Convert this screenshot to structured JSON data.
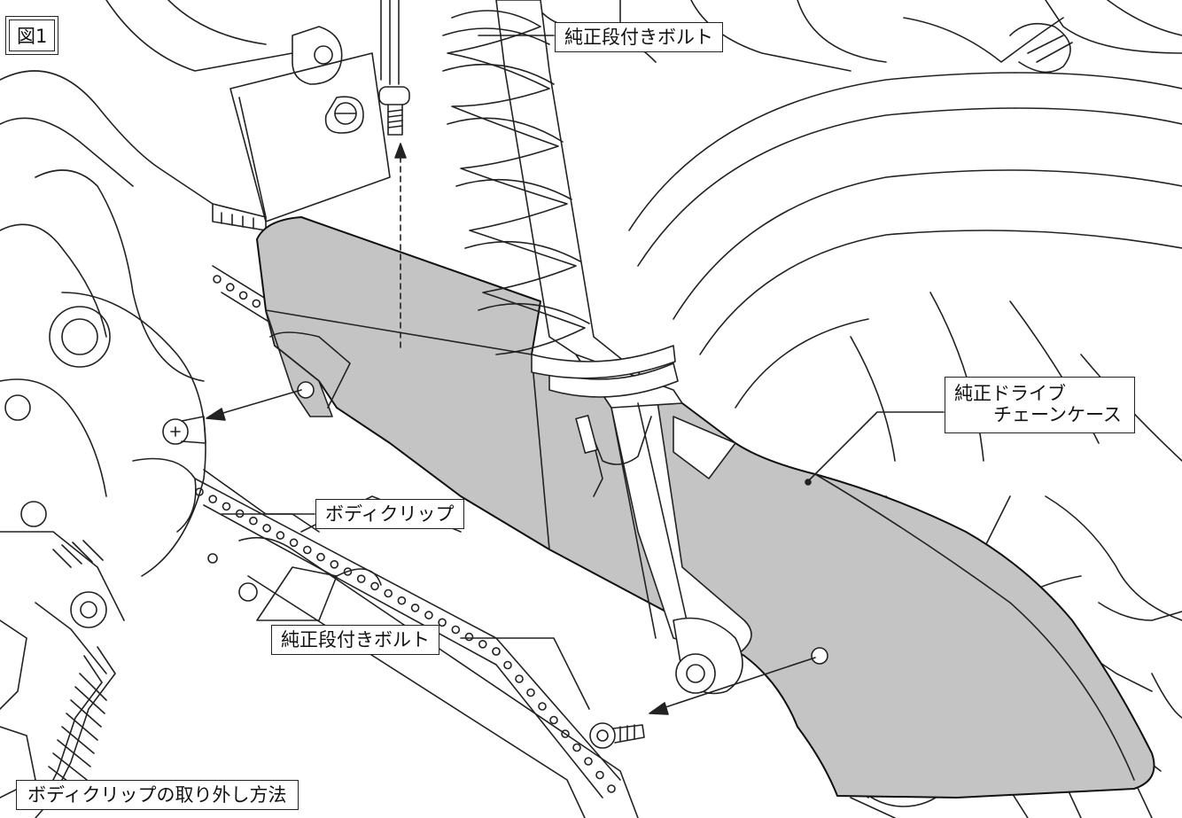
{
  "figure": {
    "number": "図1"
  },
  "labels": {
    "top_bolt": "純正段付きボルト",
    "chain_case_line1": "純正ドライブ",
    "chain_case_line2": "チェーンケース",
    "body_clip": "ボディクリップ",
    "lower_bolt": "純正段付きボルト"
  },
  "footer": {
    "caption": "ボディクリップの取り外し方法"
  },
  "colors": {
    "chain_case_fill": "#c4c4c4",
    "line": "#222222",
    "background": "#ffffff"
  }
}
